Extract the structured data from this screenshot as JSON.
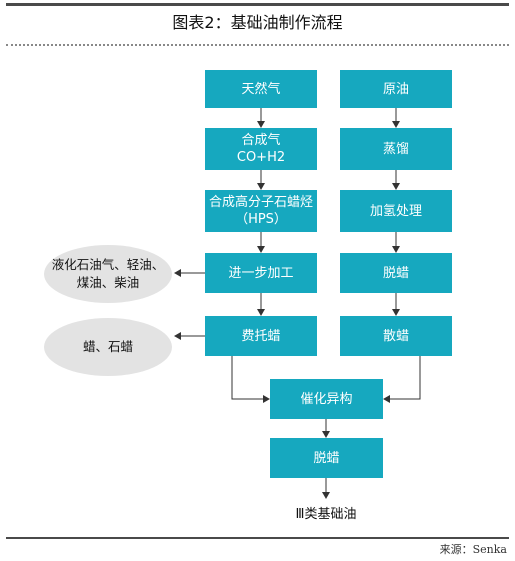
{
  "title": "图表2：基础油制作流程",
  "source": "来源：Senka",
  "left_column": {
    "natural_gas": "天然气",
    "syngas_line1": "合成气",
    "syngas_line2": "CO+H2",
    "hps_line1": "合成高分子石蜡烃",
    "hps_line2": "（HPS）",
    "further_processing": "进一步加工",
    "fischer_tropsch_wax": "费托蜡"
  },
  "right_column": {
    "crude_oil": "原油",
    "distillation": "蒸馏",
    "hydrotreating": "加氢处理",
    "dewaxing": "脱蜡",
    "loose_wax": "散蜡"
  },
  "merged": {
    "isomerization": "催化异构",
    "dewaxing": "脱蜡",
    "final_product": "Ⅲ类基础油"
  },
  "byproducts": {
    "liquids_line1": "液化石油气、轻油、",
    "liquids_line2": "煤油、柴油",
    "waxes": "蜡、石蜡"
  },
  "colors": {
    "box_fill": "#16a8bf",
    "ellipse_fill": "#e3e3e3",
    "arrow": "#333333"
  }
}
